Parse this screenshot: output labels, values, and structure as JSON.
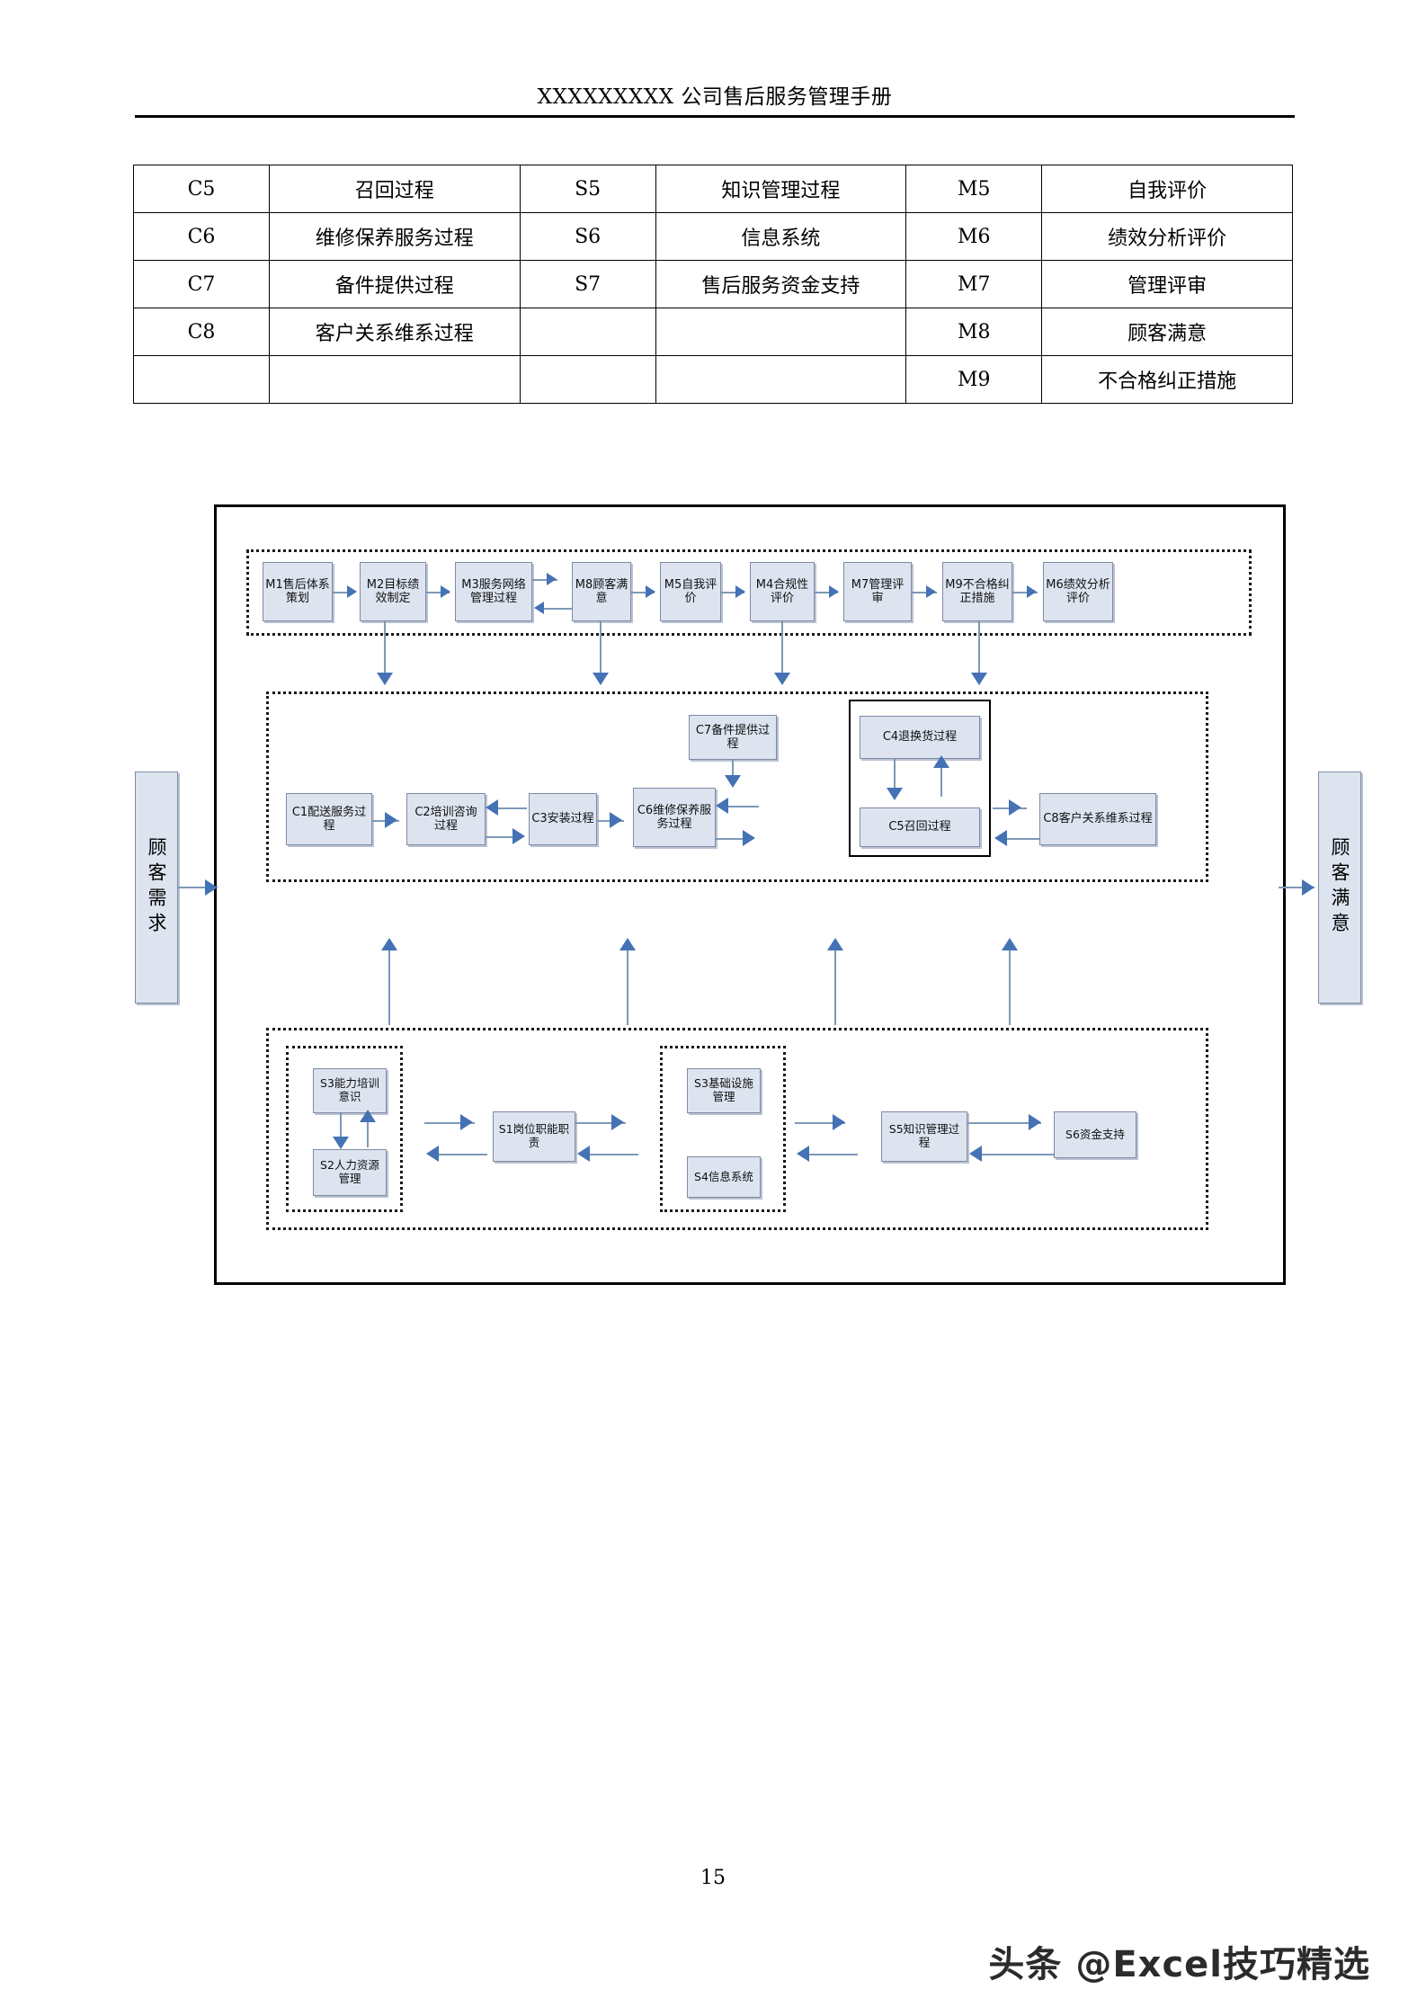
{
  "header": {
    "title": "XXXXXXXXX 公司售后服务管理手册"
  },
  "table": {
    "rows": [
      {
        "c_code": "C5",
        "c_name": "召回过程",
        "s_code": "S5",
        "s_name": "知识管理过程",
        "m_code": "M5",
        "m_name": "自我评价"
      },
      {
        "c_code": "C6",
        "c_name": "维修保养服务过程",
        "s_code": "S6",
        "s_name": "信息系统",
        "m_code": "M6",
        "m_name": "绩效分析评价"
      },
      {
        "c_code": "C7",
        "c_name": "备件提供过程",
        "s_code": "S7",
        "s_name": "售后服务资金支持",
        "m_code": "M7",
        "m_name": "管理评审"
      },
      {
        "c_code": "C8",
        "c_name": "客户关系维系过程",
        "s_code": "",
        "s_name": "",
        "m_code": "M8",
        "m_name": "顾客满意"
      },
      {
        "c_code": "",
        "c_name": "",
        "s_code": "",
        "s_name": "",
        "m_code": "M9",
        "m_name": "不合格纠正措施"
      }
    ]
  },
  "diagram": {
    "input_label": "顾客需求",
    "output_label": "顾客满意",
    "management_row": [
      {
        "id": "m1",
        "label": "M1售后体系策划"
      },
      {
        "id": "m2",
        "label": "M2目标绩效制定"
      },
      {
        "id": "m3",
        "label": "M3服务网络管理过程"
      },
      {
        "id": "m8",
        "label": "M8顾客满意"
      },
      {
        "id": "m5",
        "label": "M5自我评价"
      },
      {
        "id": "m4",
        "label": "M4合规性评价"
      },
      {
        "id": "m7",
        "label": "M7管理评审"
      },
      {
        "id": "m9",
        "label": "M9不合格纠正措施"
      },
      {
        "id": "m6",
        "label": "M6绩效分析评价"
      }
    ],
    "core_row": [
      {
        "id": "c1",
        "label": "C1配送服务过程"
      },
      {
        "id": "c2",
        "label": "C2培训咨询过程"
      },
      {
        "id": "c3",
        "label": "C3安装过程"
      },
      {
        "id": "c6",
        "label": "C6维修保养服务过程"
      },
      {
        "id": "c7",
        "label": "C7备件提供过程"
      },
      {
        "id": "c4",
        "label": "C4退换货过程"
      },
      {
        "id": "c5",
        "label": "C5召回过程"
      },
      {
        "id": "c8",
        "label": "C8客户关系维系过程"
      }
    ],
    "support_row": [
      {
        "id": "s3a",
        "label": "S3能力培训意识"
      },
      {
        "id": "s2",
        "label": "S2人力资源管理"
      },
      {
        "id": "s1",
        "label": "S1岗位职能职责"
      },
      {
        "id": "s3b",
        "label": "S3基础设施管理"
      },
      {
        "id": "s4",
        "label": "S4信息系统"
      },
      {
        "id": "s5",
        "label": "S5知识管理过程"
      },
      {
        "id": "s6",
        "label": "S6资金支持"
      }
    ]
  },
  "footer": {
    "page_number": "15",
    "watermark": "头条 @Excel技巧精选"
  },
  "colors": {
    "box_fill": "#dde4f0",
    "box_border": "#7d8ba3",
    "connector": "#7d99b8",
    "arrow": "#4472b4"
  }
}
